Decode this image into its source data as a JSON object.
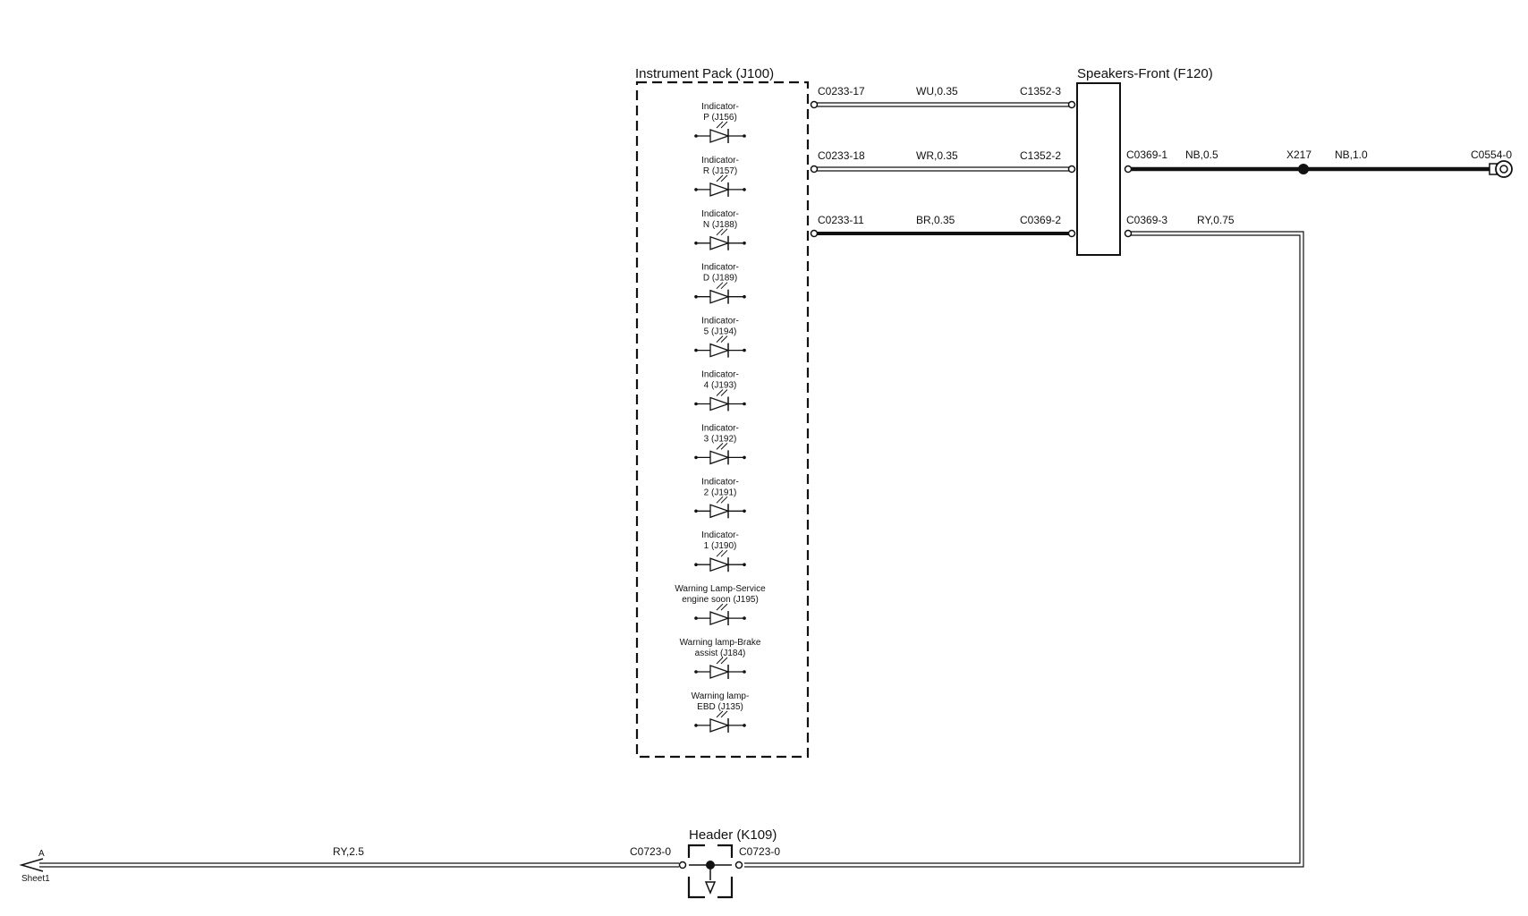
{
  "components": {
    "instrument_pack": "Instrument Pack (J100)",
    "speakers_front": "Speakers-Front (F120)",
    "header": "Header (K109)"
  },
  "indicators": [
    {
      "line1": "Indicator-",
      "line2": "P (J156)"
    },
    {
      "line1": "Indicator-",
      "line2": "R (J157)"
    },
    {
      "line1": "Indicator-",
      "line2": "N (J188)"
    },
    {
      "line1": "Indicator-",
      "line2": "D (J189)"
    },
    {
      "line1": "Indicator-",
      "line2": "5 (J194)"
    },
    {
      "line1": "Indicator-",
      "line2": "4 (J193)"
    },
    {
      "line1": "Indicator-",
      "line2": "3 (J192)"
    },
    {
      "line1": "Indicator-",
      "line2": "2 (J191)"
    },
    {
      "line1": "Indicator-",
      "line2": "1 (J190)"
    },
    {
      "line1": "Warning Lamp-Service",
      "line2": "engine soon (J195)"
    },
    {
      "line1": "Warning lamp-Brake",
      "line2": "assist (J184)"
    },
    {
      "line1": "Warning lamp-",
      "line2": "EBD (J135)"
    }
  ],
  "wires": [
    {
      "from_pin": "C0233-17",
      "spec": "WU,0.35",
      "to_pin": "C1352-3"
    },
    {
      "from_pin": "C0233-18",
      "spec": "WR,0.35",
      "to_pin": "C1352-2"
    },
    {
      "from_pin": "C0233-11",
      "spec": "BR,0.35",
      "to_pin": "C0369-2"
    }
  ],
  "right_wires": {
    "top": {
      "pin": "C0369-1",
      "spec": "NB,0.5",
      "splice": "X217",
      "spec2": "NB,1.0",
      "end_pin": "C0554-0"
    },
    "bottom": {
      "pin": "C0369-3",
      "spec": "RY,0.75"
    }
  },
  "bottom_wire": {
    "spec": "RY,2.5",
    "left_pin": "C0723-0",
    "right_pin": "C0723-0",
    "offpage_letter": "A",
    "offpage_sheet": "Sheet1"
  }
}
